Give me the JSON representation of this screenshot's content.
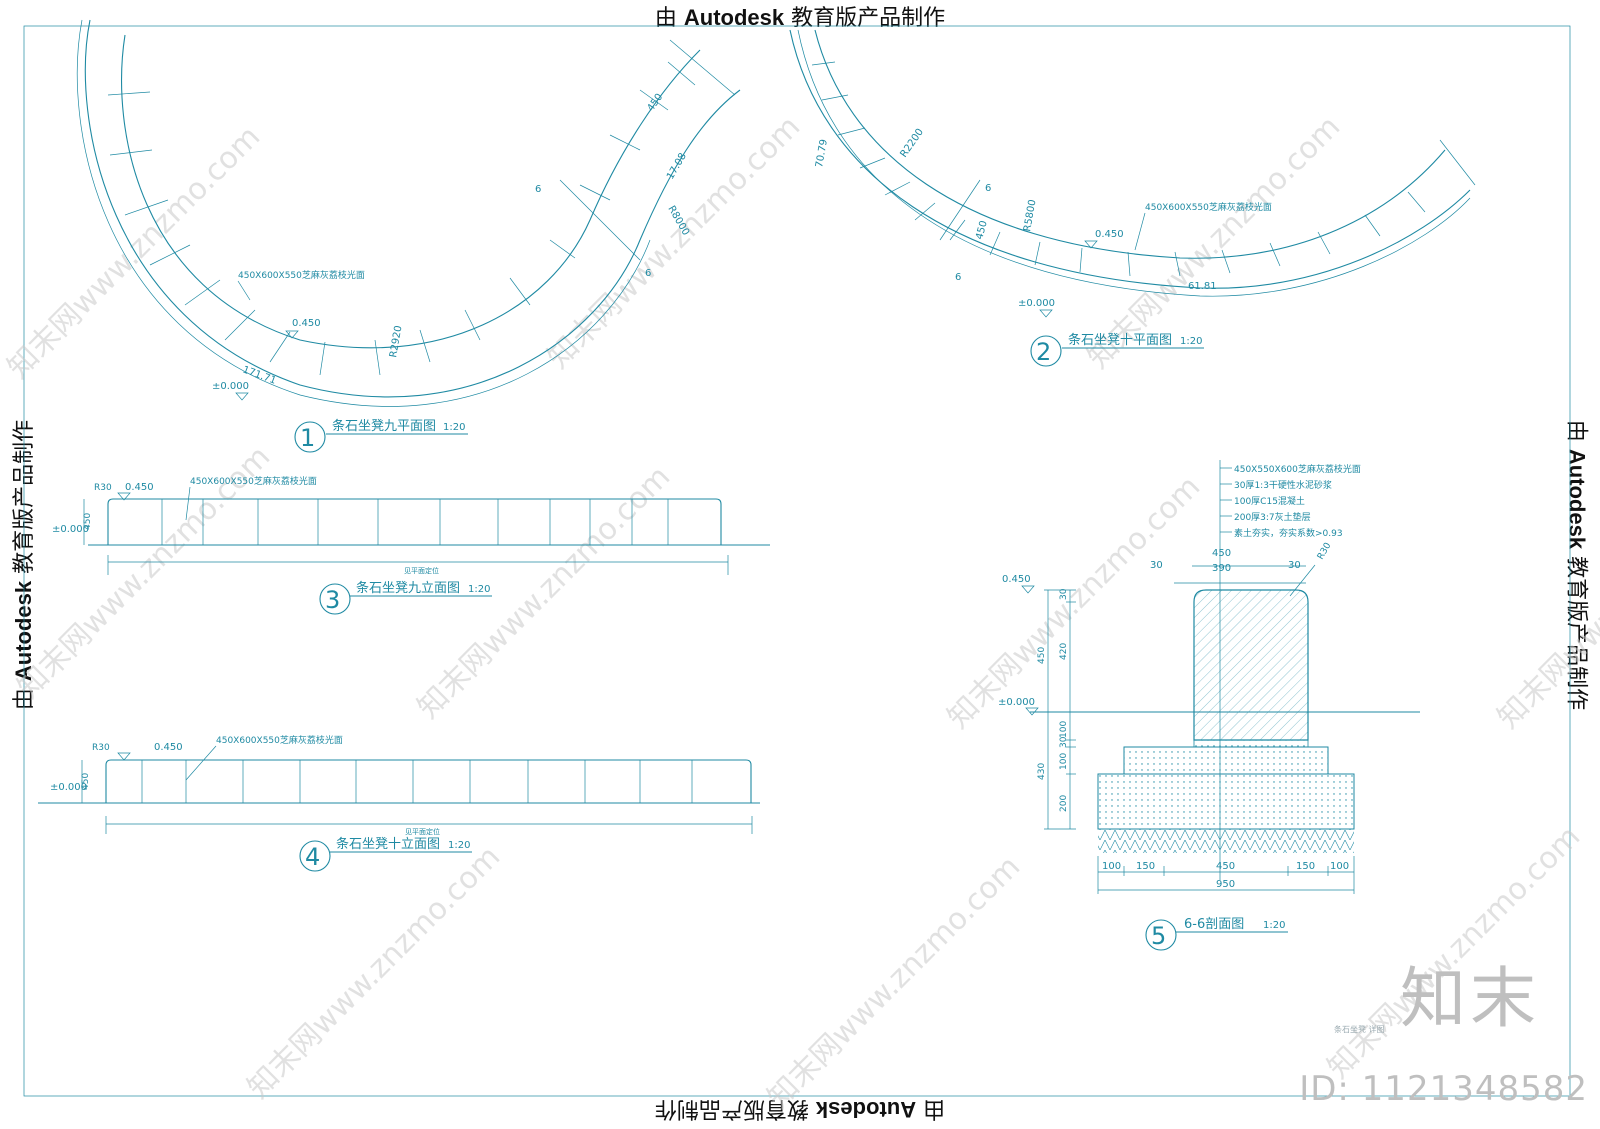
{
  "stamp": {
    "prefix": "由 ",
    "brand": "Autodesk",
    "suffix": " 教育版产品制作"
  },
  "accent_color": "#1f8aa3",
  "plan9": {
    "title": "条石坐凳九平面图",
    "scale": "1:20",
    "number": "1",
    "note": "450X600X550芝麻灰荔枝光面",
    "elev_top": "0.450",
    "elev_ground": "±0.000",
    "radius1": "R2920",
    "radius2": "R8000",
    "dim_length": "171.71",
    "dim_width": "450",
    "dim_seg": "17.08",
    "section_mark_a": "6",
    "section_mark_b": "6"
  },
  "plan10": {
    "title": "条石坐凳十平面图",
    "scale": "1:20",
    "number": "2",
    "note": "450X600X550芝麻灰荔枝光面",
    "elev_top": "0.450",
    "elev_ground": "±0.000",
    "radius1": "R2200",
    "radius2": "R5800",
    "dim_length": "61.81",
    "dim_arc": "70.79",
    "dim_width": "450",
    "section_mark_a": "6",
    "section_mark_b": "6"
  },
  "elev9": {
    "title": "条石坐凳九立面图",
    "scale": "1:20",
    "number": "3",
    "note": "450X600X550芝麻灰荔枝光面",
    "elev_top": "0.450",
    "elev_ground": "±0.000",
    "corner": "R30",
    "height": "450",
    "dim_label": "见平面定位"
  },
  "elev10": {
    "title": "条石坐凳十立面图",
    "scale": "1:20",
    "number": "4",
    "note": "450X600X550芝麻灰荔枝光面",
    "elev_top": "0.450",
    "elev_ground": "±0.000",
    "corner": "R30",
    "height": "450",
    "dim_label": "见平面定位"
  },
  "section": {
    "title": "6-6剖面图",
    "scale": "1:20",
    "number": "5",
    "layers": [
      "450X550X600芝麻灰荔枝光面",
      "30厚1:3干硬性水泥砂浆",
      "100厚C15混凝土",
      "200厚3:7灰土垫层",
      "素土夯实，夯实系数>0.93"
    ],
    "elev_top": "0.450",
    "elev_ground": "±0.000",
    "corner": "R30",
    "top_dims": [
      "30",
      "390",
      "30"
    ],
    "top_total": "450",
    "left_dims": [
      "30",
      "420",
      "100",
      "30",
      "100",
      "200"
    ],
    "left_totals": [
      "450",
      "430"
    ],
    "bottom_dims": [
      "100",
      "150",
      "450",
      "150",
      "100"
    ],
    "bottom_total": "950"
  },
  "watermark": "知末网www.znzmo.com",
  "brand": {
    "name": "知末",
    "id": "ID: 1121348582"
  },
  "footnote": "条石坐凳 详图"
}
